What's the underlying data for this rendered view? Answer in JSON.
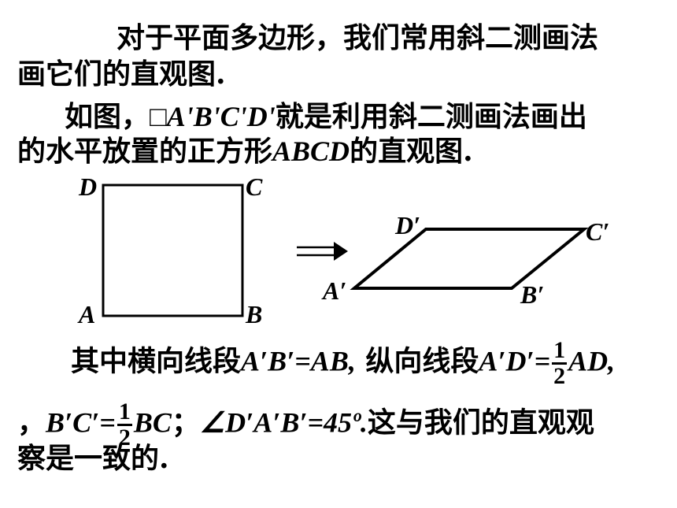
{
  "intro": {
    "line1": "对于平面多边形，我们常用斜二测画法",
    "line2": "画它们的直观图."
  },
  "example": {
    "pre": "如图，",
    "parallelogram": "□A'B'C'D'",
    "mid": "就是利用斜二测画法画出",
    "line2_pre": "的水平放置的正方形",
    "square": "ABCD",
    "line2_post": "的直观图."
  },
  "figure_square": {
    "A": "A",
    "B": "B",
    "C": "C",
    "D": "D"
  },
  "figure_arrow": "⟹",
  "figure_parallelogram": {
    "A": "A′",
    "B": "B′",
    "C": "C′",
    "D": "D′"
  },
  "conclusion": {
    "l1_pre": "其中横向线段",
    "l1_eq1": "A′B′=AB,",
    "l1_mid": " 纵向线段",
    "l1_eq2": "A′D′=",
    "frac_num": "1",
    "frac_den": "2",
    "l1_eq3": "AD,",
    "l2_pre": "，",
    "l2_eq1": "B′C′=",
    "l2_eq2": "BC",
    "l2_sep": "；",
    "l2_angle": "∠D′A′B′=45º.",
    "l2_post": "这与我们的直观观",
    "l3": "察是一致的."
  }
}
